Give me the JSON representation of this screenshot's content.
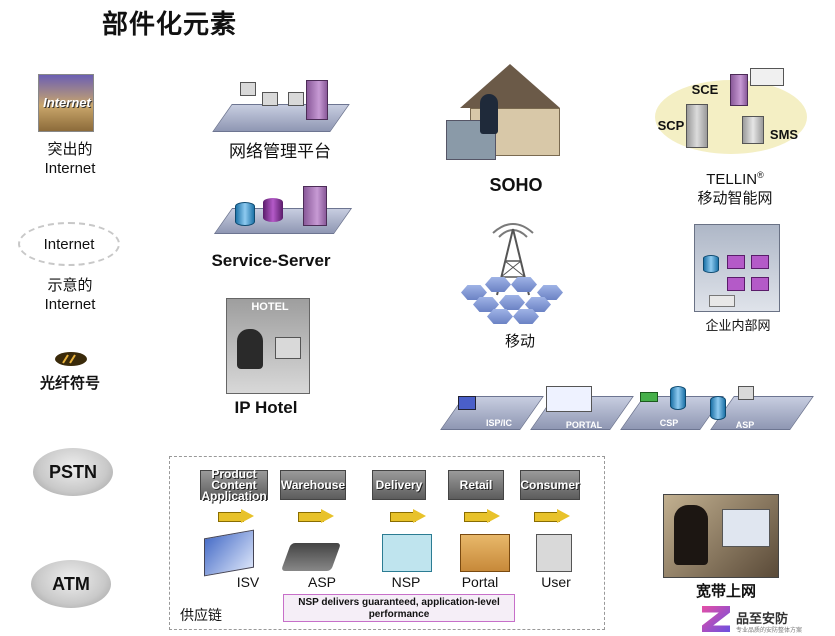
{
  "title": "部件化元素",
  "left_column": {
    "internet_icon_text": "Internet",
    "internet_label_1": "突出的",
    "internet_label_2": "Internet",
    "cloud_text": "Internet",
    "cloud_label_1": "示意的",
    "cloud_label_2": "Internet",
    "fiber_label": "光纤符号",
    "pstn": "PSTN",
    "atm": "ATM"
  },
  "middle_column": {
    "network_mgmt": "网络管理平台",
    "service_server": "Service-Server",
    "hotel_sign": "HOTEL",
    "ip_hotel": "IP Hotel"
  },
  "center_column": {
    "soho": "SOHO",
    "mobile": "移动"
  },
  "right_column": {
    "sce": "SCE",
    "scp": "SCP",
    "sms": "SMS",
    "tellin": "TELLIN",
    "tellin_mark": "®",
    "tellin_label": "移动智能网",
    "enterprise": "企业内部网",
    "broadband": "宽带上网"
  },
  "service_platforms": [
    {
      "label": "ISP/IC"
    },
    {
      "label": "PORTAL"
    },
    {
      "label": "CSP"
    },
    {
      "label": "ASP"
    }
  ],
  "supply_chain": {
    "label": "供应链",
    "stages": [
      {
        "label": "Product Content Application"
      },
      {
        "label": "Warehouse"
      },
      {
        "label": "Delivery"
      },
      {
        "label": "Retail"
      },
      {
        "label": "Consumer"
      }
    ],
    "roles": [
      "ISV",
      "ASP",
      "NSP",
      "Portal",
      "User"
    ],
    "note": "NSP delivers guaranteed, application-level performance"
  },
  "watermark": {
    "brand": "品至安防",
    "sub": "专业品质的安防整体方案"
  },
  "colors": {
    "platform": "#8f97b3",
    "server": "#a070b0",
    "database": "#1e73a8",
    "arrow": "#e8c22a",
    "stage": "#6b6b6b"
  }
}
